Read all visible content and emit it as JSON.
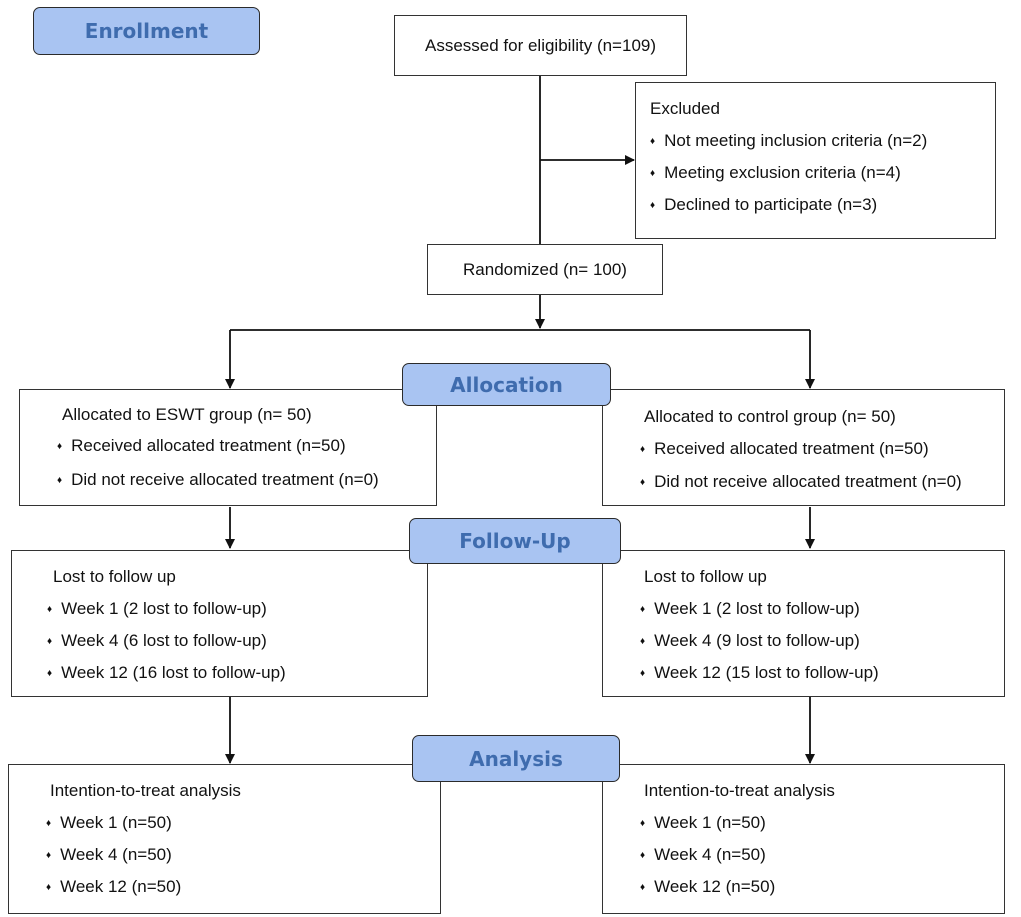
{
  "stages": {
    "enrollment": "Enrollment",
    "allocation": "Allocation",
    "follow_up": "Follow-Up",
    "analysis": "Analysis"
  },
  "assessed": "Assessed for eligibility (n=109)",
  "excluded": {
    "title": "Excluded",
    "items": [
      "Not meeting inclusion criteria (n=2)",
      "Meeting exclusion criteria (n=4)",
      "Declined to participate (n=3)"
    ]
  },
  "randomized": "Randomized (n= 100)",
  "bullet": "♦",
  "allocation": {
    "left": {
      "title": "Allocated to ESWT group (n= 50)",
      "items": [
        "Received allocated treatment (n=50)",
        "Did not receive allocated treatment (n=0)"
      ]
    },
    "right": {
      "title": "Allocated to control group (n= 50)",
      "items": [
        "Received allocated treatment (n=50)",
        "Did not receive allocated treatment (n=0)"
      ]
    }
  },
  "follow_up": {
    "left": {
      "title": "Lost to follow up",
      "items": [
        "Week 1 (2 lost to follow-up)",
        "Week 4 (6 lost to follow-up)",
        "Week 12 (16 lost to follow-up)"
      ]
    },
    "right": {
      "title": "Lost to follow up",
      "items": [
        "Week 1 (2 lost to follow-up)",
        "Week 4 (9 lost to follow-up)",
        "Week 12 (15 lost to follow-up)"
      ]
    }
  },
  "analysis": {
    "left": {
      "title": "Intention-to-treat analysis",
      "items": [
        "Week 1 (n=50)",
        "Week 4 (n=50)",
        "Week 12 (n=50)"
      ]
    },
    "right": {
      "title": "Intention-to-treat analysis",
      "items": [
        "Week 1 (n=50)",
        "Week 4 (n=50)",
        "Week 12 (n=50)"
      ]
    }
  }
}
